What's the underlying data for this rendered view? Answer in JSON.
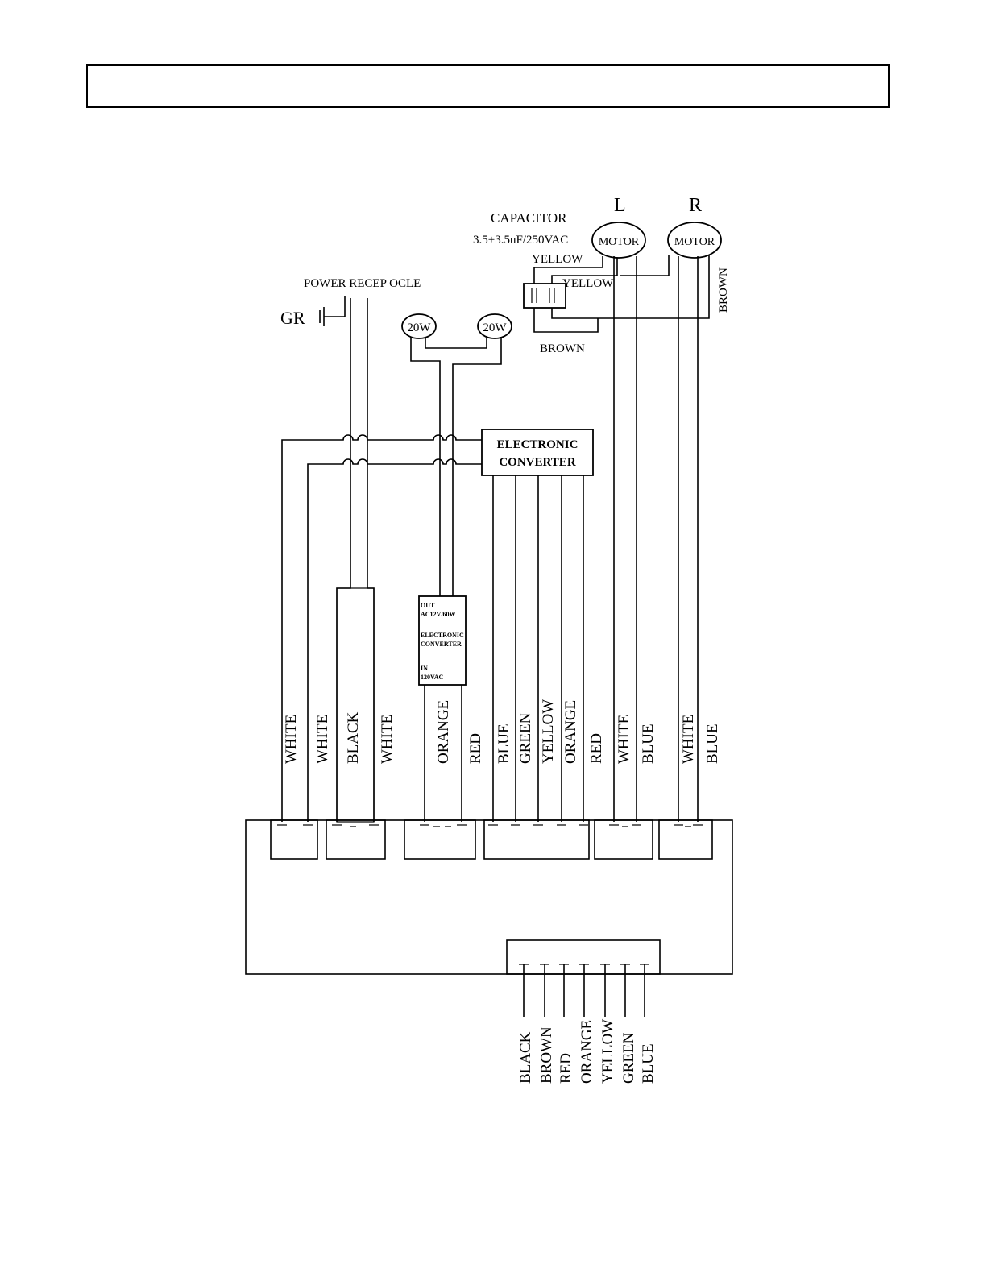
{
  "labels": {
    "capacitor": "CAPACITOR",
    "capacitor_rating": "3.5+3.5uF/250VAC",
    "motor_l_side": "L",
    "motor_r_side": "R",
    "motor": "MOTOR",
    "power": "POWER RECEP OCLE",
    "ground": "GR",
    "lamp": "20W",
    "yellow": "YELLOW",
    "brown": "BROWN",
    "converter_line1": "ELECTRONIC",
    "converter_line2": "CONVERTER",
    "small_converter": [
      "OUT",
      "AC12V/60W",
      "ELECTRONIC",
      "CONVERTER",
      "IN",
      "120VAC"
    ]
  },
  "wire_labels": [
    "WHITE",
    "WHITE",
    "BLACK",
    "WHITE",
    "ORANGE",
    "RED",
    "BLUE",
    "GREEN",
    "YELLOW",
    "ORANGE",
    "RED",
    "WHITE",
    "BLUE",
    "WHITE",
    "BLUE"
  ],
  "bottom_wire_labels": [
    "BLACK",
    "BROWN",
    "RED",
    "ORANGE",
    "YELLOW",
    "GREEN",
    "BLUE"
  ]
}
